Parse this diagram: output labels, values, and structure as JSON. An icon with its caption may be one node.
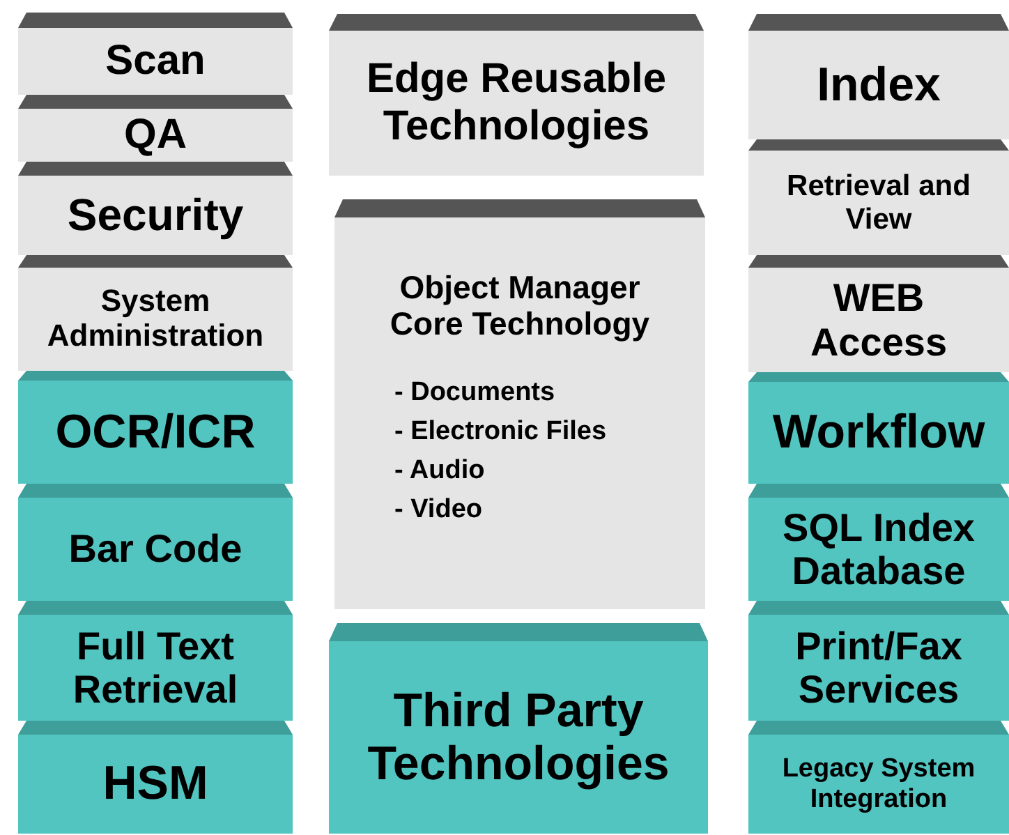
{
  "diagram": {
    "nodes": [
      {
        "text": [
          "Scan"
        ]
      },
      {
        "text": [
          "QA"
        ]
      },
      {
        "text": [
          "Security"
        ]
      },
      {
        "text": [
          "System Administration"
        ]
      },
      {
        "text": [
          "OCR/ICR"
        ]
      },
      {
        "text": [
          "Bar Code"
        ]
      },
      {
        "text": [
          "Full Text Retrieval"
        ]
      },
      {
        "text": [
          "HSM"
        ]
      },
      {
        "text": [
          "Edge Reusable Technologies"
        ]
      },
      {
        "text": [
          "Object Manager Core Technology",
          "- Documents",
          "- Electronic Files",
          "- Audio",
          "- Video"
        ]
      },
      {
        "text": [
          "Third Party Technologies"
        ]
      },
      {
        "text": [
          "Index"
        ]
      },
      {
        "text": [
          "Retrieval and View"
        ]
      },
      {
        "text": [
          "WEB Access"
        ]
      },
      {
        "text": [
          "Workflow"
        ]
      },
      {
        "text": [
          "SQL Index Database"
        ]
      },
      {
        "text": [
          "Print/Fax Services"
        ]
      },
      {
        "text": [
          "Legacy System Integration"
        ]
      }
    ]
  }
}
